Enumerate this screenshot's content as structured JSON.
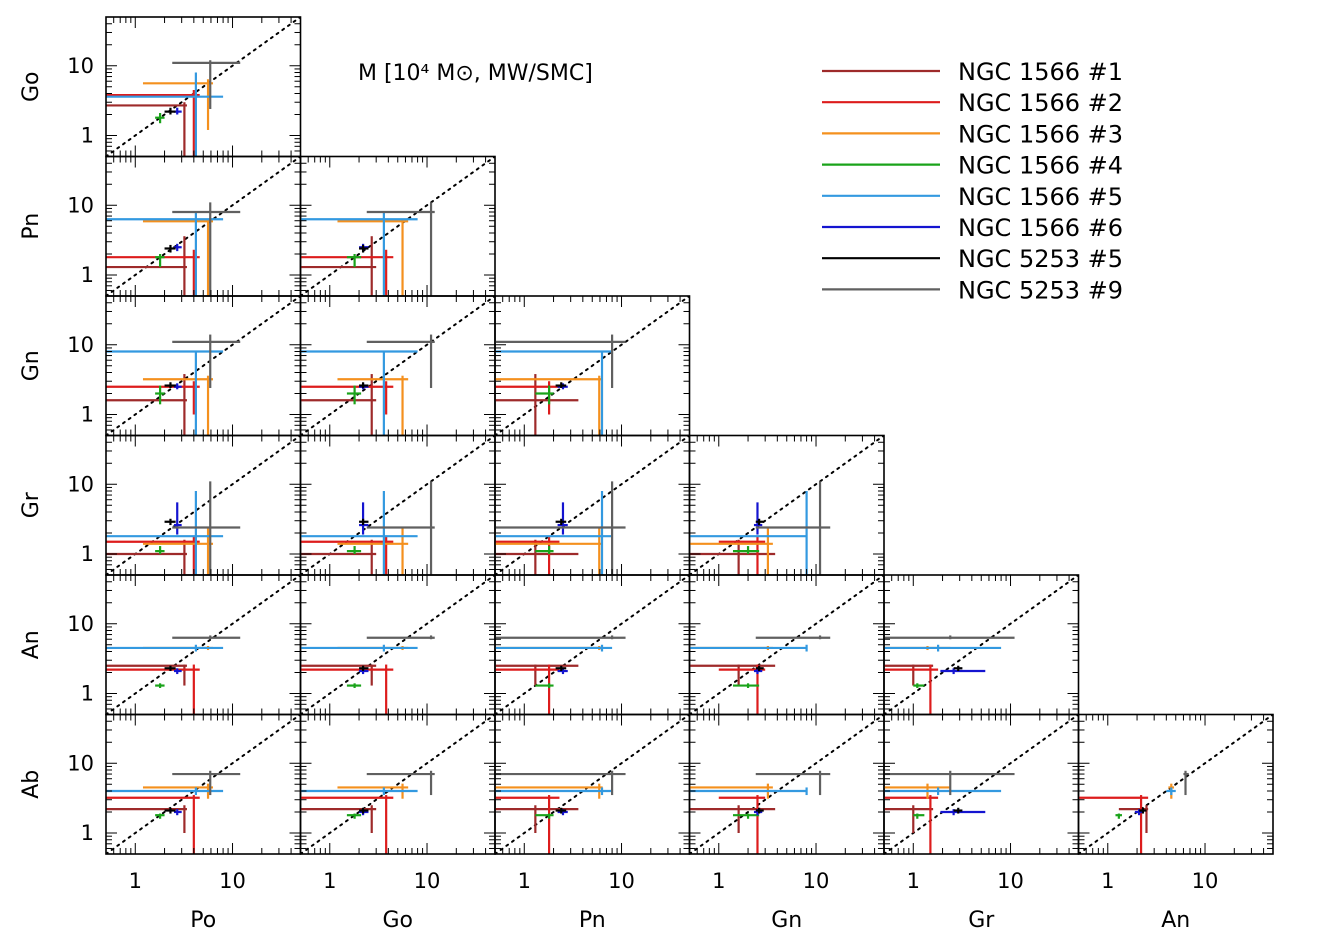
{
  "chart_data": {
    "type": "scatter",
    "title": "M [10⁴ M⊙, MW/SMC]",
    "axes": [
      "Po",
      "Go",
      "Pn",
      "Gn",
      "Gr",
      "An",
      "Ab"
    ],
    "scale": "log",
    "xlim": [
      0.5,
      50
    ],
    "ylim": [
      0.5,
      50
    ],
    "tick_labels": [
      "1",
      "10"
    ],
    "tick_values": [
      1,
      10
    ],
    "diagonal": "one-to-one",
    "legend_position": "top-right",
    "series": [
      {
        "name": "NGC 1566 #1",
        "color": "#9e2a2a",
        "values": {
          "Po": [
            3.2,
            0.5,
            3.4
          ],
          "Go": [
            2.7,
            0.5,
            3.0
          ],
          "Pn": [
            1.3,
            0.05,
            3.6
          ],
          "Gn": [
            1.6,
            0.05,
            3.8
          ],
          "Gr": [
            1.0,
            0.5,
            1.6
          ],
          "An": [
            2.5,
            1.3,
            2.6
          ],
          "Ab": [
            2.2,
            1.0,
            2.5
          ]
        }
      },
      {
        "name": "NGC 1566 #2",
        "color": "#dd1c1c",
        "values": {
          "Po": [
            4.0,
            0.4,
            4.6
          ],
          "Go": [
            3.8,
            0.5,
            4.5
          ],
          "Pn": [
            1.8,
            0.4,
            2.3
          ],
          "Gn": [
            2.5,
            1.0,
            3.0
          ],
          "Gr": [
            1.5,
            0.05,
            1.8
          ],
          "An": [
            2.2,
            0.3,
            2.6
          ],
          "Ab": [
            3.2,
            0.2,
            3.5
          ]
        }
      },
      {
        "name": "NGC 1566 #3",
        "color": "#f4901e",
        "values": {
          "Po": [
            5.6,
            1.2,
            6.3
          ],
          "Go": [
            5.6,
            1.2,
            6.4
          ],
          "Pn": [
            5.9,
            0.05,
            6.4
          ],
          "Gn": [
            3.2,
            0.05,
            3.6
          ],
          "Gr": [
            1.4,
            0.4,
            2.4
          ],
          "An": [
            4.5,
            4.2,
            4.8
          ],
          "Ab": [
            4.5,
            3.1,
            5.1
          ]
        }
      },
      {
        "name": "NGC 1566 #4",
        "color": "#1aa31a",
        "values": {
          "Po": [
            1.8,
            1.6,
            2.0
          ],
          "Go": [
            1.8,
            1.5,
            2.1
          ],
          "Pn": [
            1.8,
            1.3,
            2.0
          ],
          "Gn": [
            2.0,
            1.4,
            2.6
          ],
          "Gr": [
            1.1,
            1.0,
            1.3
          ],
          "An": [
            1.3,
            1.2,
            1.4
          ],
          "Ab": [
            1.8,
            1.6,
            1.9
          ]
        }
      },
      {
        "name": "NGC 1566 #5",
        "color": "#3399e0",
        "values": {
          "Po": [
            4.2,
            0.05,
            8.0
          ],
          "Go": [
            3.6,
            0.05,
            8.0
          ],
          "Pn": [
            6.3,
            0.05,
            8.0
          ],
          "Gn": [
            8.0,
            0.05,
            8.0
          ],
          "Gr": [
            1.8,
            0.05,
            8.0
          ],
          "An": [
            4.5,
            4.0,
            5.0
          ],
          "Ab": [
            4.0,
            3.5,
            4.5
          ]
        }
      },
      {
        "name": "NGC 1566 #6",
        "color": "#1414d0",
        "values": {
          "Po": [
            2.7,
            2.5,
            3.0
          ],
          "Go": [
            2.2,
            2.0,
            2.5
          ],
          "Pn": [
            2.5,
            2.2,
            2.8
          ],
          "Gn": [
            2.5,
            2.3,
            2.8
          ],
          "Gr": [
            2.6,
            1.9,
            5.5
          ],
          "An": [
            2.1,
            1.9,
            2.3
          ],
          "Ab": [
            2.0,
            1.8,
            2.2
          ]
        }
      },
      {
        "name": "NGC 5253 #5",
        "color": "#000000",
        "values": {
          "Po": [
            2.3,
            2.0,
            2.6
          ],
          "Go": [
            2.2,
            2.0,
            2.5
          ],
          "Pn": [
            2.4,
            2.1,
            2.7
          ],
          "Gn": [
            2.6,
            2.4,
            2.9
          ],
          "Gr": [
            2.9,
            2.6,
            3.2
          ],
          "An": [
            2.3,
            2.1,
            2.5
          ],
          "Ab": [
            2.1,
            1.9,
            2.3
          ]
        }
      },
      {
        "name": "NGC 5253 #9",
        "color": "#606060",
        "values": {
          "Po": [
            5.9,
            2.4,
            12.0
          ],
          "Go": [
            11.0,
            2.4,
            12.0
          ],
          "Pn": [
            8.0,
            0.05,
            11.0
          ],
          "Gn": [
            11.0,
            2.4,
            14.0
          ],
          "Gr": [
            2.4,
            0.05,
            11.0
          ],
          "An": [
            6.3,
            6.0,
            6.8
          ],
          "Ab": [
            7.0,
            3.5,
            7.8
          ]
        }
      }
    ]
  }
}
